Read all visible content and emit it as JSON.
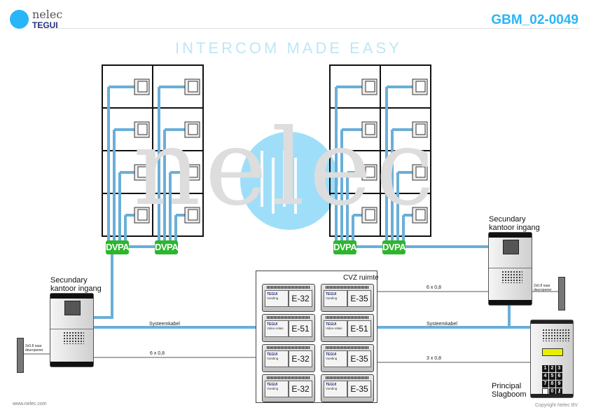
{
  "header": {
    "brand": "nelec",
    "brand_sub": "TEGUI",
    "tagline": "INTERCOM MADE EASY",
    "doc_code": "GBM_02-0049"
  },
  "colors": {
    "accent": "#29b6f6",
    "wire": "#6aafd9",
    "dvpa": "#2db52d",
    "tegui": "#23307a"
  },
  "watermark": {
    "word": "nelec",
    "tagline": "INTERCOM MADE EASY"
  },
  "distributors": [
    "DVPA",
    "DVPA",
    "DVPA",
    "DVPA"
  ],
  "cvz": {
    "title": "CVZ ruimte",
    "modules": [
      {
        "brand": "TEGUI",
        "sub": "Voeding",
        "code": "E-32"
      },
      {
        "brand": "TEGUI",
        "sub": "Voeding",
        "code": "E-35"
      },
      {
        "brand": "TEGUI",
        "sub": "Video-relais",
        "code": "E-51"
      },
      {
        "brand": "TEGUI",
        "sub": "Video-relais",
        "code": "E-51"
      },
      {
        "brand": "TEGUI",
        "sub": "Voeding",
        "code": "E-32"
      },
      {
        "brand": "TEGUI",
        "sub": "Voeding",
        "code": "E-35"
      },
      {
        "brand": "TEGUI",
        "sub": "Voeding",
        "code": "E-32"
      },
      {
        "brand": "TEGUI",
        "sub": "Voeding",
        "code": "E-35"
      }
    ]
  },
  "panels": {
    "left": {
      "label1": "Secundary",
      "label2": "kantoor ingang",
      "lock": "2x0.8 naar deuropener"
    },
    "right": {
      "label1": "Secundary",
      "label2": "kantoor ingang",
      "lock": "2x0.8 naar deuropener"
    },
    "principal": {
      "label1": "Principal",
      "label2": "Slagboom",
      "keys": [
        "1",
        "2",
        "3",
        "4",
        "5",
        "6",
        "7",
        "8",
        "9",
        "",
        "0",
        "key"
      ]
    }
  },
  "cables": {
    "sys_left": "Systeemkabel",
    "sys_right": "Systeemkabel",
    "c6_left": "6 x 0,8",
    "c6_right": "6 x 0,8",
    "c3": "3 x 0,8"
  },
  "footer": {
    "website": "www.nelec.com",
    "copyright": "Copyright Nelec BV"
  }
}
